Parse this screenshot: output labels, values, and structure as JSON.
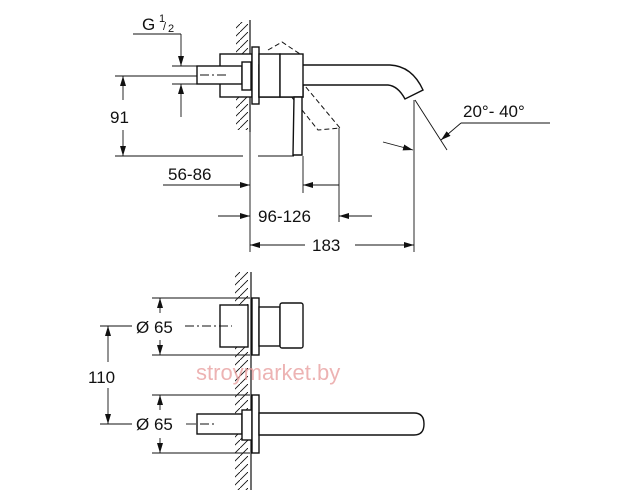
{
  "top_view": {
    "thread_label": "G",
    "thread_fraction_num": "1",
    "thread_fraction_den": "2",
    "dim_height": "91",
    "dim_wall_depth": "56-86",
    "dim_handle": "96-126",
    "dim_spout_length": "183",
    "dim_angle": "20°- 40°"
  },
  "front_view": {
    "dim_diameter_top": "Ø 65",
    "dim_diameter_bottom": "Ø 65",
    "dim_spacing": "110"
  },
  "watermark": "stroymarket.by"
}
